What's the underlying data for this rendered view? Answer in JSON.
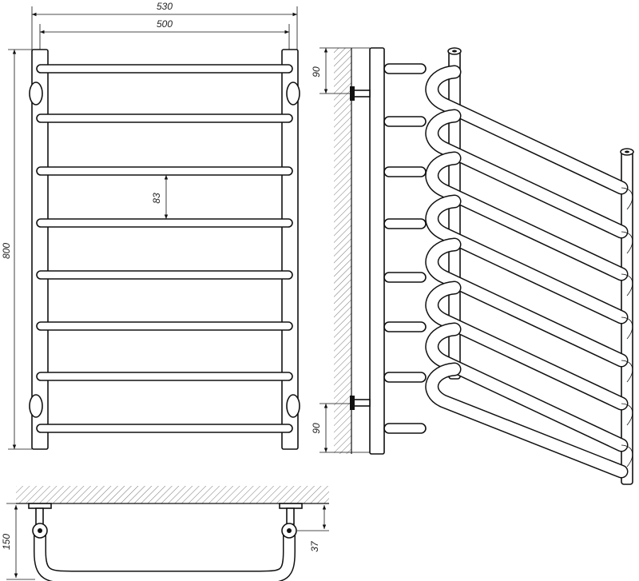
{
  "drawing": {
    "dimensions": {
      "overall_width": "530",
      "rail_width": "500",
      "height": "800",
      "bar_spacing": "83",
      "top_offset": "90",
      "bottom_offset": "90",
      "depth": "150",
      "wall_gap": "37"
    },
    "views": [
      "front-view",
      "side-view",
      "isometric-view",
      "top-view"
    ],
    "bar_count": 8,
    "colors": {
      "line": "#111111",
      "hatch": "#555555",
      "background": "#ffffff"
    }
  }
}
